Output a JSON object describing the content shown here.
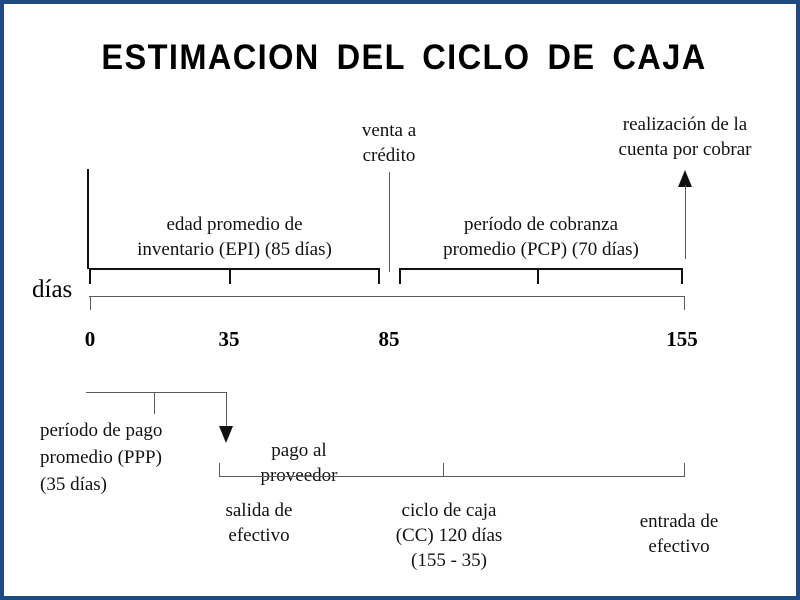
{
  "slide": {
    "title": "ESTIMACION  DEL  CICLO  DE  CAJA",
    "border_color": "#1f4b82",
    "background_color": "#ffffff",
    "line_color": "#111111"
  },
  "axis": {
    "unit_label": "días",
    "ticks": [
      "0",
      "35",
      "85",
      "155"
    ],
    "range": [
      0,
      155
    ]
  },
  "top_events": {
    "sale_on_credit": "venta a\ncrédito",
    "collection": "realización de la\ncuenta por cobrar"
  },
  "top_periods": {
    "epi": "edad promedio de\ninventario (EPI) (85 días)",
    "pcp": "período de cobranza\npromedio (PCP) (70 días)"
  },
  "bottom_periods": {
    "ppp": "período de pago\npromedio (PPP)\n(35 días)",
    "payment_to_supplier": "pago al\nproveedor",
    "cash_cycle": "ciclo de caja\n(CC) 120 días\n(155 - 35)"
  },
  "bottom_events": {
    "cash_outflow": "salida de\nefectivo",
    "cash_inflow": "entrada de\nefectivo"
  }
}
